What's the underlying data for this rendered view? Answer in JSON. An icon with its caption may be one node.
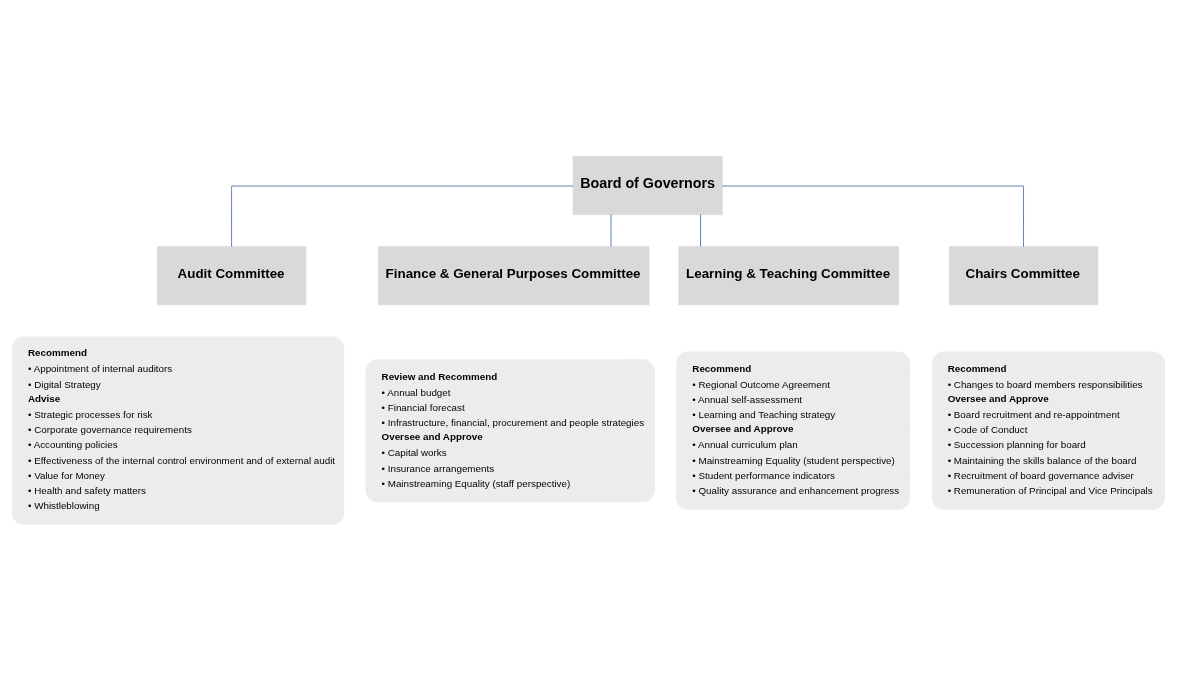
{
  "diagram": {
    "nodes": [
      {
        "text": [
          "Board of Governors"
        ]
      },
      {
        "text": [
          "Audit Committee"
        ]
      },
      {
        "text": [
          "Finance & General Purposes Committee"
        ]
      },
      {
        "text": [
          "Learning & Teaching Committee"
        ]
      },
      {
        "text": [
          "Chairs Committee"
        ]
      },
      {
        "text": [
          "**Recommend**",
          "• Appointment of internal auditors",
          "• Digital Strategy",
          "**Advise**",
          "• Strategic processes for risk",
          "• Corporate governance requirements",
          "• Accounting policies",
          "• Effectiveness of the internal control environment and of external audit",
          "• Value for Money",
          "• Health and safety matters",
          "• Whistleblowing"
        ]
      },
      {
        "text": [
          "**Review and Recommend**",
          "• Annual budget",
          "• Financial forecast",
          "• Infrastructure, financial, procurement and people strategies",
          "**Oversee and Approve**",
          "• Capital works",
          "• Insurance arrangements",
          "• Mainstreaming Equality (staff perspective)"
        ]
      },
      {
        "text": [
          "**Recommend**",
          "• Regional Outcome Agreement",
          "• Annual self-assessment",
          "• Learning and Teaching strategy",
          "**Oversee and Approve**",
          "• Annual curriculum plan",
          "• Mainstreaming Equality (student perspective)",
          "• Student performance indicators",
          "• Quality assurance and enhancement progress"
        ]
      },
      {
        "text": [
          "**Recommend**",
          "• Changes to board members responsibilities",
          "**Oversee and Approve**",
          "• Board recruitment and re-appointment",
          "• Code of Conduct",
          "• Succession planning for board",
          "• Maintaining the skills balance of the board",
          "• Recruitment of board governance adviser",
          "• Remuneration of Principal and Vice Principals"
        ]
      }
    ],
    "edges": [
      {
        "from": 0,
        "to": 1,
        "arrow": "none"
      },
      {
        "from": 0,
        "to": 2,
        "arrow": "none"
      },
      {
        "from": 0,
        "to": 3,
        "arrow": "none"
      },
      {
        "from": 0,
        "to": 4,
        "arrow": "none"
      }
    ]
  }
}
